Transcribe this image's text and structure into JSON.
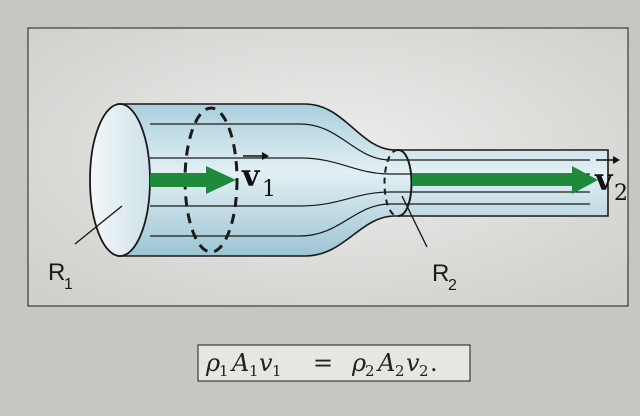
{
  "labels": {
    "r1_letter": "R",
    "r1_sub": "1",
    "r2_letter": "R",
    "r2_sub": "2",
    "v1_letter": "v",
    "v1_sub": "1",
    "v2_letter": "v",
    "v2_sub": "2"
  },
  "equation": {
    "rho1": "ρ",
    "rho1_sub": "1",
    "A1": "A",
    "A1_sub": "1",
    "v1": "v",
    "v1_sub": "1",
    "equals": "=",
    "rho2": "ρ",
    "rho2_sub": "2",
    "A2": "A",
    "A2_sub": "2",
    "v2": "v",
    "v2_sub": "2",
    "period": "."
  },
  "colors": {
    "pipe_fill": "#bcd9e2",
    "flow_arrow": "#1f8a3a",
    "outline": "#1a1a1a",
    "panel": "#e8e8e4"
  }
}
